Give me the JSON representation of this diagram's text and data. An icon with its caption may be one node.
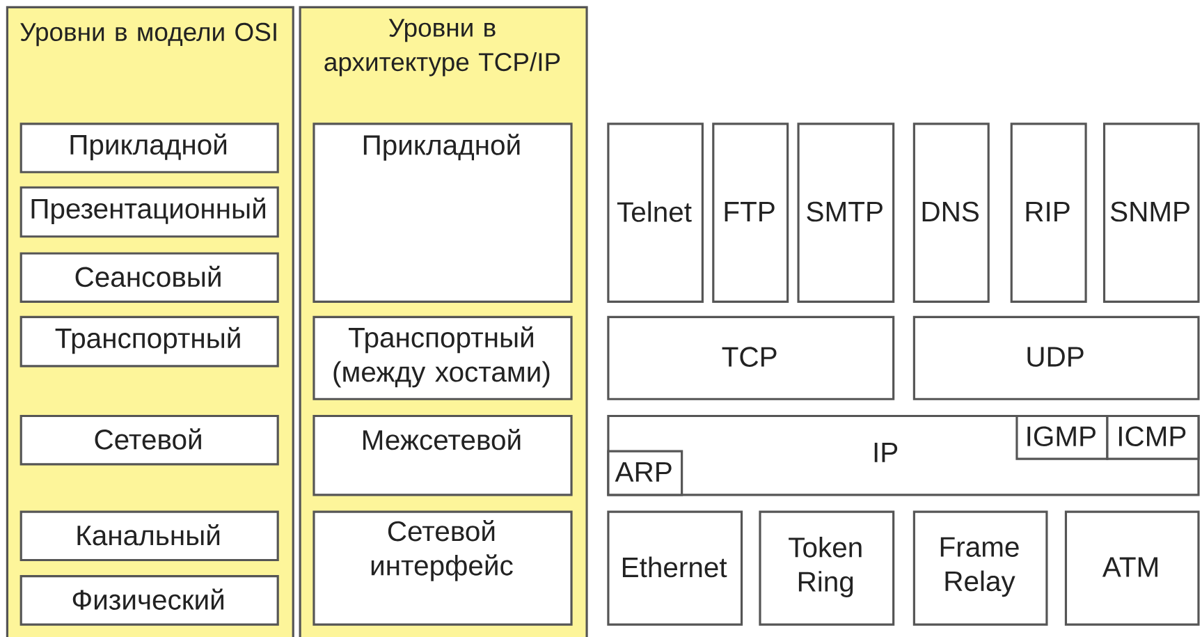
{
  "diagram": {
    "nodes": [
      {
        "text": [
          "Уровни в модели OSI"
        ]
      },
      {
        "text": [
          "Уровни в архитектуре TCP/IP"
        ]
      },
      {
        "text": [
          "Прикладной"
        ],
        "in": 0
      },
      {
        "text": [
          "Презентационный"
        ],
        "in": 0
      },
      {
        "text": [
          "Сеансовый"
        ],
        "in": 0
      },
      {
        "text": [
          "Транспортный"
        ],
        "in": 0
      },
      {
        "text": [
          "Сетевой"
        ],
        "in": 0
      },
      {
        "text": [
          "Канальный"
        ],
        "in": 0
      },
      {
        "text": [
          "Физический"
        ],
        "in": 0
      },
      {
        "text": [
          "Прикладной"
        ],
        "in": 1
      },
      {
        "text": [
          "Транспортный (между хостами)"
        ],
        "in": 1
      },
      {
        "text": [
          "Межсетевой"
        ],
        "in": 1
      },
      {
        "text": [
          "Сетевой интерфейс"
        ],
        "in": 1
      },
      {
        "text": [
          "Telnet"
        ]
      },
      {
        "text": [
          "FTP"
        ]
      },
      {
        "text": [
          "SMTP"
        ]
      },
      {
        "text": [
          "DNS"
        ]
      },
      {
        "text": [
          "RIP"
        ]
      },
      {
        "text": [
          "SNMP"
        ]
      },
      {
        "text": [
          "TCP"
        ]
      },
      {
        "text": [
          "UDP"
        ]
      },
      {
        "text": [
          "IP"
        ]
      },
      {
        "text": [
          "ARP"
        ],
        "in": 21
      },
      {
        "text": [
          "IGMP"
        ],
        "in": 21
      },
      {
        "text": [
          "ICMP"
        ],
        "in": 21
      },
      {
        "text": [
          "Ethernet"
        ]
      },
      {
        "text": [
          "Token Ring"
        ]
      },
      {
        "text": [
          "Frame Relay"
        ]
      },
      {
        "text": [
          "ATM"
        ]
      }
    ]
  }
}
